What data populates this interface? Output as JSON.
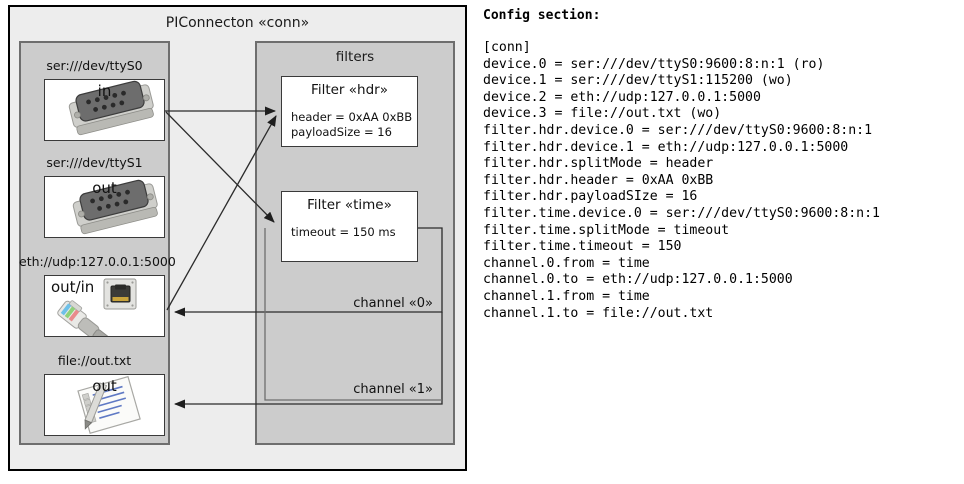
{
  "diagram": {
    "title": "PIConnecton «conn»",
    "panels": {
      "devices": {
        "title": ""
      },
      "filters": {
        "title": "filters"
      }
    },
    "devices": [
      {
        "label": "ser:///dev/ttyS0",
        "direction": "in",
        "icon": "serial-port-icon"
      },
      {
        "label": "ser:///dev/ttyS1",
        "direction": "out",
        "icon": "serial-port-icon"
      },
      {
        "label": "eth://udp:127.0.0.1:5000",
        "direction": "out/in",
        "icon": "ethernet-jack-icon"
      },
      {
        "label": "file://out.txt",
        "direction": "out",
        "icon": "text-file-icon"
      }
    ],
    "filters": [
      {
        "title": "Filter «hdr»",
        "props": [
          "header = 0xAA 0xBB",
          "payloadSize = 16"
        ]
      },
      {
        "title": "Filter «time»",
        "props": [
          "timeout = 150 ms"
        ]
      }
    ],
    "channels": [
      {
        "label": "channel «0»"
      },
      {
        "label": "channel «1»"
      }
    ]
  },
  "config": {
    "heading": "Config section:",
    "lines": "[conn]\ndevice.0 = ser:///dev/ttyS0:9600:8:n:1 (ro)\ndevice.1 = ser:///dev/ttyS1:115200 (wo)\ndevice.2 = eth://udp:127.0.0.1:5000\ndevice.3 = file://out.txt (wo)\nfilter.hdr.device.0 = ser:///dev/ttyS0:9600:8:n:1\nfilter.hdr.device.1 = eth://udp:127.0.0.1:5000\nfilter.hdr.splitMode = header\nfilter.hdr.header = 0xAA 0xBB\nfilter.hdr.payloadSIze = 16\nfilter.time.device.0 = ser:///dev/ttyS0:9600:8:n:1\nfilter.time.splitMode = timeout\nfilter.time.timeout = 150\nchannel.0.from = time\nchannel.0.to = eth://udp:127.0.0.1:5000\nchannel.1.from = time\nchannel.1.to = file://out.txt"
  },
  "colors": {
    "page_background": "#ffffff",
    "frame_background": "#ededed",
    "panel_background": "#cccccc",
    "panel_border": "#6e6e6e",
    "card_background": "#ffffff",
    "outline": "#000000",
    "wire": "#2b2b2b"
  }
}
